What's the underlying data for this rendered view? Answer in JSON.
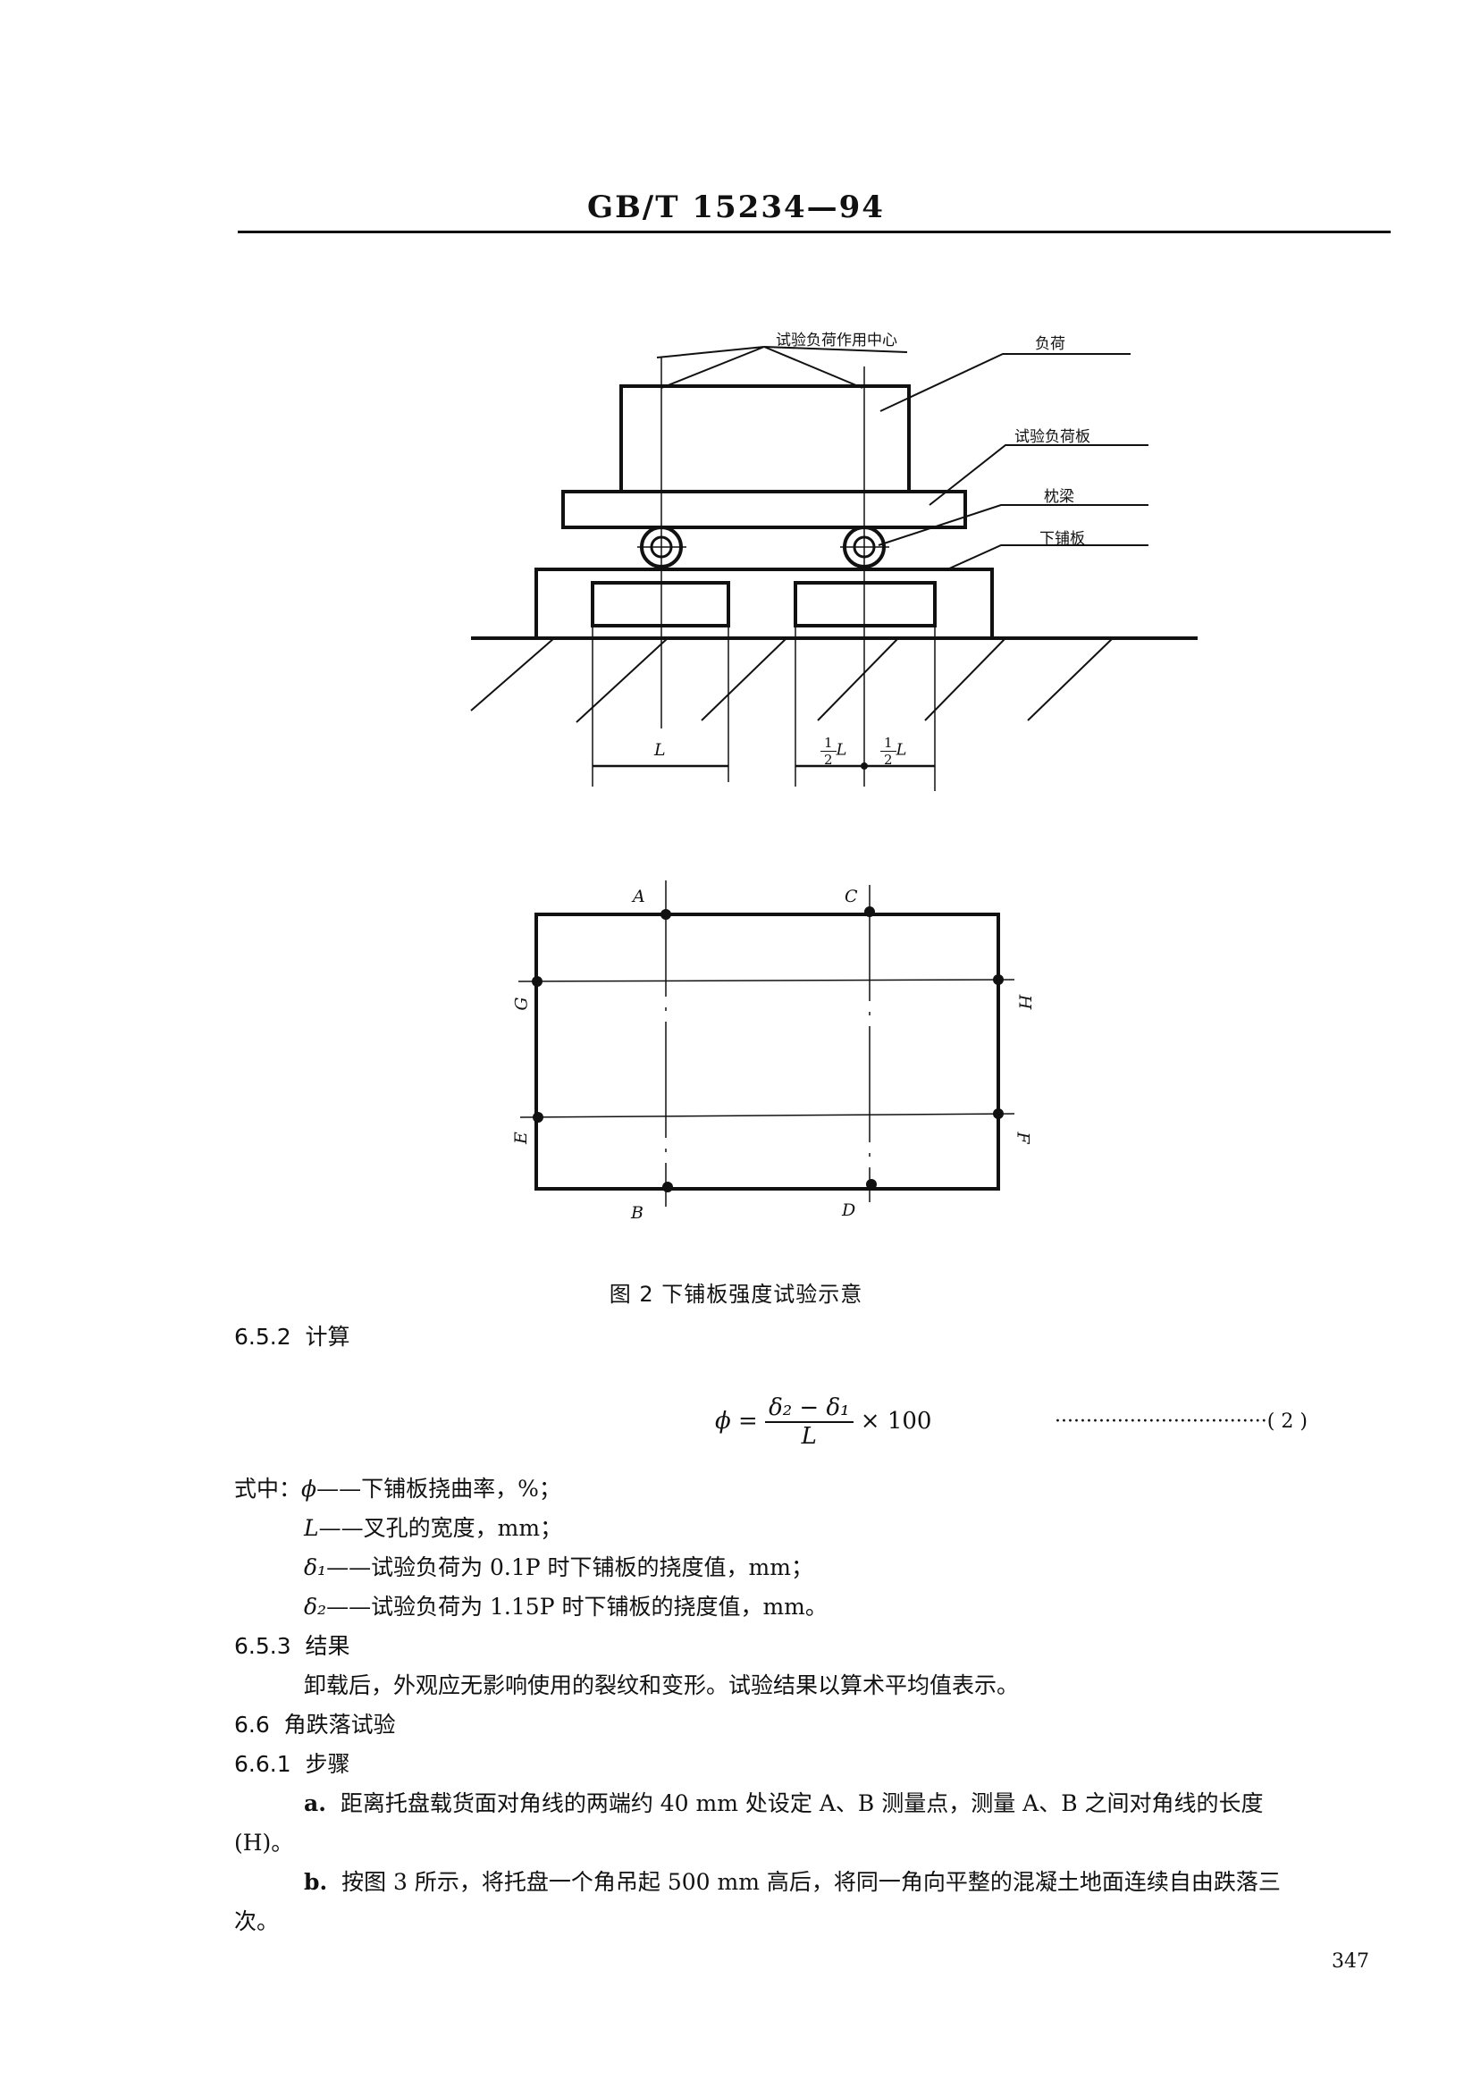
{
  "header": {
    "standard_code": "GB/T 15234—94"
  },
  "figure2": {
    "side_view_labels": {
      "load_center": "试验负荷作用中心",
      "load": "负荷",
      "load_plate": "试验负荷板",
      "sleeper_beam": "枕梁",
      "bottom_deck": "下铺板",
      "dim_L": "L",
      "dim_half_num": "1",
      "dim_half_den": "2",
      "dim_half_L": "L"
    },
    "plan_view_points": {
      "A": "A",
      "B": "B",
      "C": "C",
      "D": "D",
      "E": "E",
      "F": "F",
      "G": "G",
      "H": "H"
    },
    "caption": "图 2   下铺板强度试验示意"
  },
  "sections": {
    "s652": {
      "number": "6.5.2",
      "title": "计算"
    },
    "formula": {
      "lhs": "ϕ",
      "eq": "=",
      "numerator": "δ₂ − δ₁",
      "denominator": "L",
      "times": "× 100",
      "leader": "··································",
      "number": "( 2 )"
    },
    "where_prefix": "式中：",
    "variables": [
      {
        "symbol": "ϕ",
        "desc": "——下铺板挠曲率，%；"
      },
      {
        "symbol": "L",
        "desc": "——叉孔的宽度，mm；"
      },
      {
        "symbol": "δ₁",
        "desc": "——试验负荷为 0.1P 时下铺板的挠度值，mm；"
      },
      {
        "symbol": "δ₂",
        "desc": "——试验负荷为 1.15P 时下铺板的挠度值，mm。"
      }
    ],
    "s653": {
      "number": "6.5.3",
      "title": "结果",
      "text": "卸载后，外观应无影响使用的裂纹和变形。试验结果以算术平均值表示。"
    },
    "s66": {
      "number": "6.6",
      "title": "角跌落试验"
    },
    "s661": {
      "number": "6.6.1",
      "title": "步骤"
    },
    "step_a": {
      "marker": "a.",
      "text": "距离托盘载货面对角线的两端约 40 mm 处设定 A、B 测量点，测量 A、B 之间对角线的长度",
      "cont": "(H)。"
    },
    "step_b": {
      "marker": "b.",
      "text": "按图 3 所示，将托盘一个角吊起 500 mm 高后，将同一角向平整的混凝土地面连续自由跌落三",
      "cont": "次。"
    }
  },
  "footer": {
    "page_number": "347"
  }
}
